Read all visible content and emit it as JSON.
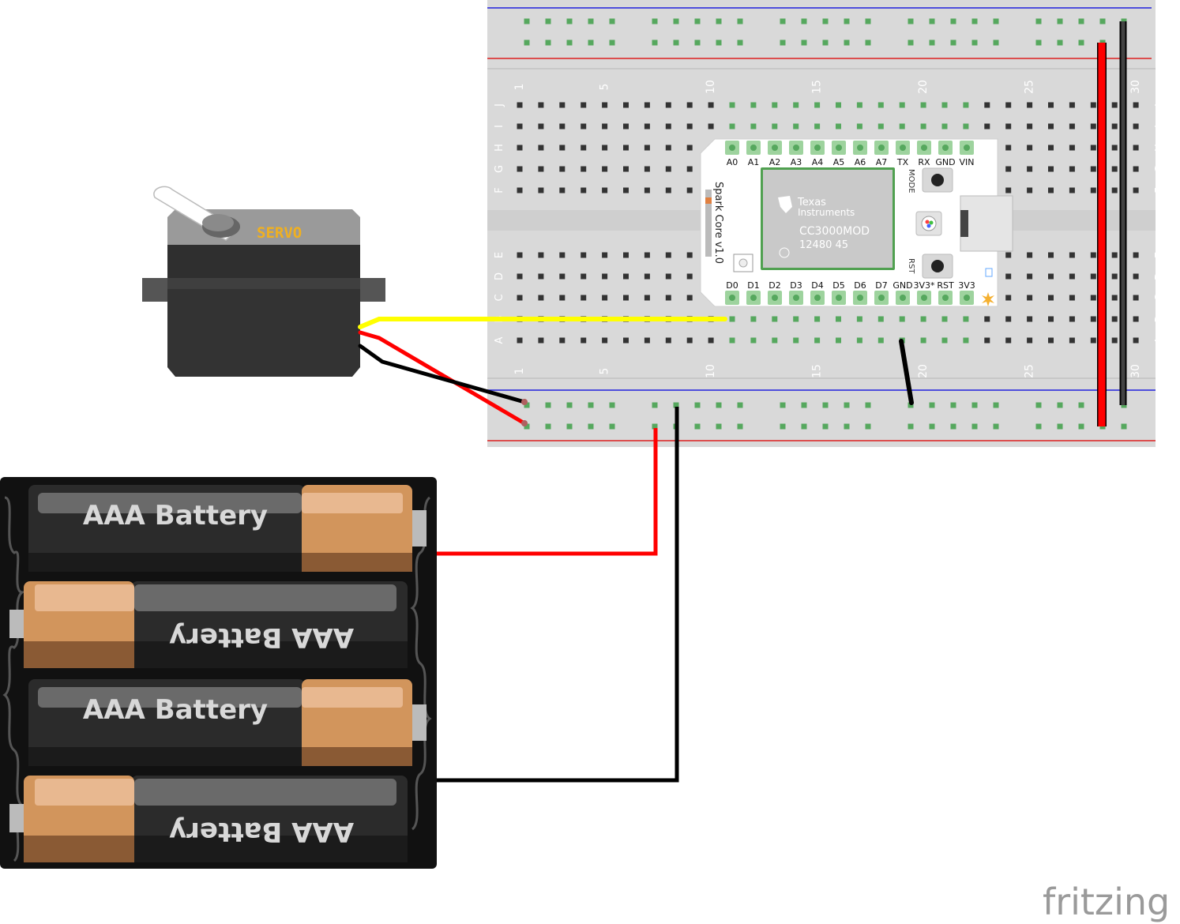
{
  "breadboard": {
    "column_labels": [
      "1",
      "5",
      "10",
      "15",
      "20",
      "25",
      "30"
    ],
    "row_labels_top": [
      "J",
      "I",
      "H",
      "G",
      "F"
    ],
    "row_labels_bottom": [
      "E",
      "D",
      "C",
      "B",
      "A"
    ]
  },
  "spark_core": {
    "title": "Spark Core v1.0",
    "top_pins": [
      "A0",
      "A1",
      "A2",
      "A3",
      "A4",
      "A5",
      "A6",
      "A7",
      "TX",
      "RX",
      "GND",
      "VIN"
    ],
    "bottom_pins": [
      "D0",
      "D1",
      "D2",
      "D3",
      "D4",
      "D5",
      "D6",
      "D7",
      "GND",
      "3V3*",
      "RST",
      "3V3"
    ],
    "module_brand_line1": "Texas",
    "module_brand_line2": "Instruments",
    "module_name": "CC3000MOD",
    "module_code": "12480 45",
    "mode_label": "MODE",
    "rst_label": "RST"
  },
  "servo": {
    "label": "SERVO"
  },
  "battery_pack": {
    "cells": [
      {
        "label": "AAA Battery",
        "flipped": false
      },
      {
        "label": "AAA Battery",
        "flipped": true
      },
      {
        "label": "AAA Battery",
        "flipped": false
      },
      {
        "label": "AAA Battery",
        "flipped": true
      }
    ]
  },
  "watermark": "fritzing",
  "colors": {
    "breadboard": "#d9d9d9",
    "hole": "#333333",
    "hole_connected": "#56a85e",
    "rail_blue": "#2020dd",
    "rail_red": "#dd2020",
    "wire_red": "#ff0000",
    "wire_black": "#000000",
    "wire_yellow": "#ffff00",
    "servo_body": "#333333",
    "servo_label": "#f0b020",
    "battery_black": "#2b2b2b",
    "battery_copper": "#d2955c"
  }
}
